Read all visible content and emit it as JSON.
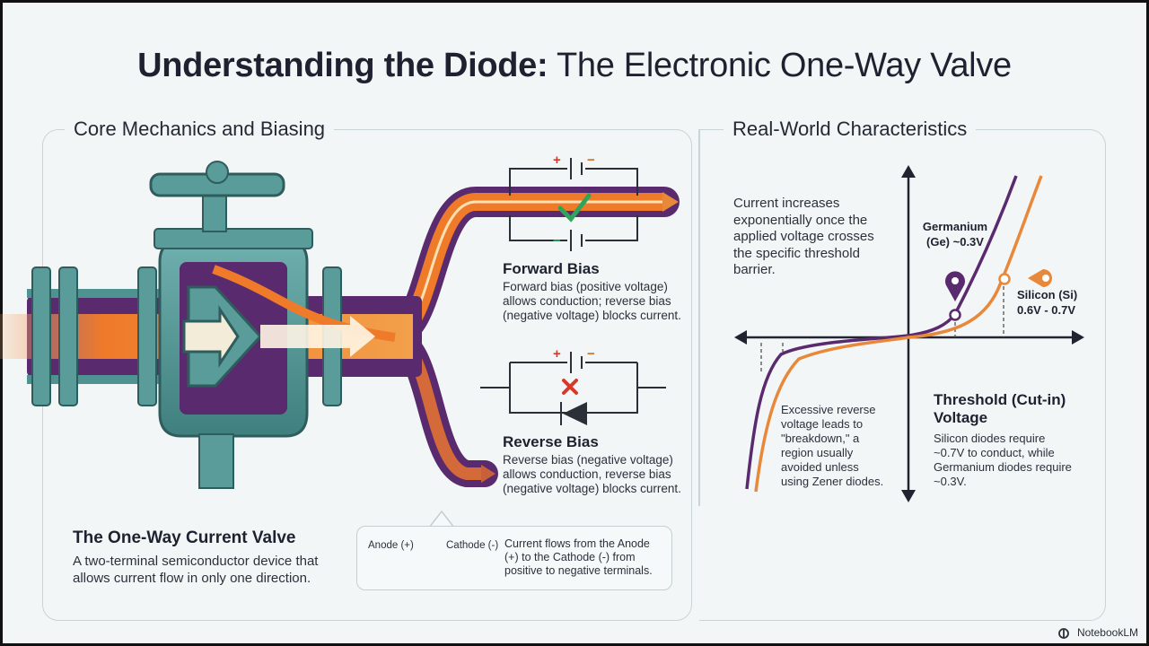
{
  "title": {
    "bold": "Understanding the Diode:",
    "rest": " The Electronic One-Way Valve"
  },
  "left_section": {
    "title": "Core Mechanics and Biasing",
    "valve_heading": "The One-Way Current Valve",
    "valve_text": "A two-terminal semiconductor device that allows current flow in only one direction.",
    "forward_heading": "Forward Bias",
    "forward_text": "Forward bias (positive voltage) allows conduction; reverse bias (negative voltage) blocks current.",
    "reverse_heading": "Reverse Bias",
    "reverse_text": "Reverse bias (negative voltage) allows conduction, reverse bias (negative voltage) blocks current.",
    "battery_plus": "+",
    "battery_minus": "−",
    "callout": {
      "anode": "Anode (+)",
      "cathode": "Cathode (-)",
      "text": "Current flows from the Anode (+) to the Cathode (-) from positive to negative terminals."
    }
  },
  "right_section": {
    "title": "Real-World Characteristics",
    "exponential_note": "Current increases exponentially once the applied voltage crosses the specific threshold barrier.",
    "germanium_label": "Germanium (Ge) ~0.3V",
    "silicon_label": "Silicon (Si) 0.6V - 0.7V",
    "breakdown_note": "Excessive reverse voltage leads to \"breakdown,\" a region usually avoided unless using Zener diodes.",
    "threshold_heading": "Threshold (Cut-in) Voltage",
    "threshold_text": "Silicon diodes require ~0.7V to conduct, while Germanium diodes require ~0.3V."
  },
  "brand": "NotebookLM",
  "colors": {
    "purple": "#5a2a6e",
    "orange": "#e8883a",
    "teal": "#4e9392",
    "green": "#2fa55a",
    "red": "#d63a2a"
  }
}
